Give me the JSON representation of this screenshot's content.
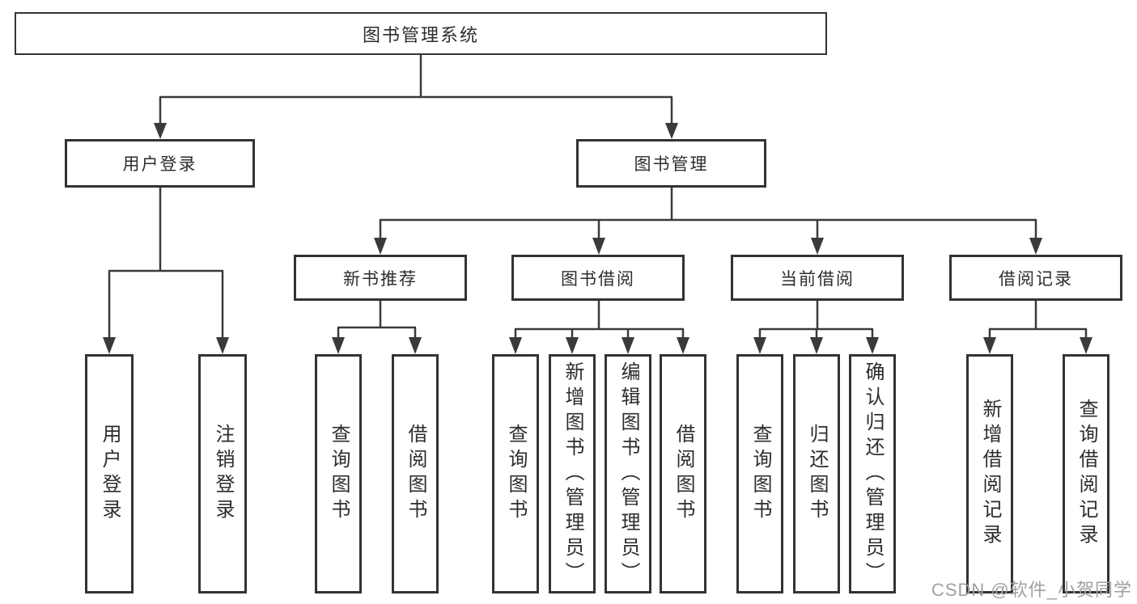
{
  "tree": {
    "root": {
      "label": "图书管理系统"
    },
    "branches": [
      {
        "label": "用户登录",
        "children": [
          {
            "label": "用户登录"
          },
          {
            "label": "注销登录"
          }
        ]
      },
      {
        "label": "图书管理",
        "children": [
          {
            "label": "新书推荐",
            "children": [
              {
                "label": "查询图书"
              },
              {
                "label": "借阅图书"
              }
            ]
          },
          {
            "label": "图书借阅",
            "children": [
              {
                "label": "查询图书"
              },
              {
                "label": "新增图书（管理员）"
              },
              {
                "label": "编辑图书（管理员）"
              },
              {
                "label": "借阅图书"
              }
            ]
          },
          {
            "label": "当前借阅",
            "children": [
              {
                "label": "查询图书"
              },
              {
                "label": "归还图书"
              },
              {
                "label": "确认归还（管理员）"
              }
            ]
          },
          {
            "label": "借阅记录",
            "children": [
              {
                "label": "新增借阅记录"
              },
              {
                "label": "查询借阅记录"
              }
            ]
          }
        ]
      }
    ]
  },
  "watermark": {
    "text": "CSDN @软件_小贺同学"
  },
  "colors": {
    "line": "#3a3a3a",
    "box_border": "#333333",
    "text": "#2d2d2d",
    "watermark": "#a0a0a0",
    "background": "#ffffff"
  }
}
